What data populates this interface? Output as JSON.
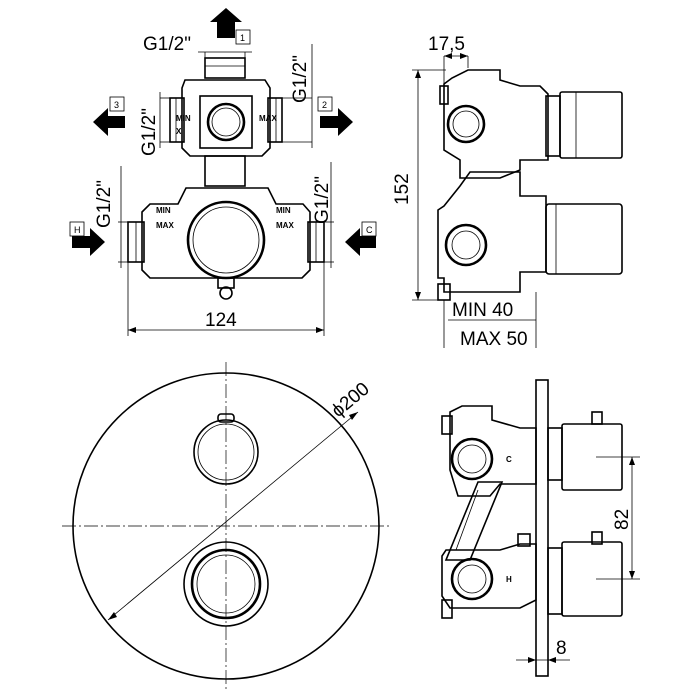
{
  "dimensions": {
    "thread_top": "G1/2\"",
    "thread_left_upper": "G1/2\"",
    "thread_right_upper": "G1/2\"",
    "thread_left_lower": "G1/2\"",
    "thread_right_lower": "G1/2\"",
    "width_124": "124",
    "offset_17_5": "17,5",
    "height_152": "152",
    "min_depth": "MIN 40",
    "max_depth": "MAX 50",
    "diameter": "ϕ200",
    "spacing_82": "82",
    "plate_8": "8"
  },
  "outlets": {
    "out1": "1",
    "out2": "2",
    "out3": "3",
    "hot": "H",
    "cold": "C"
  },
  "body_marks": {
    "min_upper_left": "MIN",
    "max_upper_right": "MAX",
    "min_lower_left": "MIN",
    "max_lower_left": "MAX",
    "min_lower_right": "MIN",
    "max_lower_right": "MAX",
    "side_c": "C",
    "side_h": "H"
  }
}
